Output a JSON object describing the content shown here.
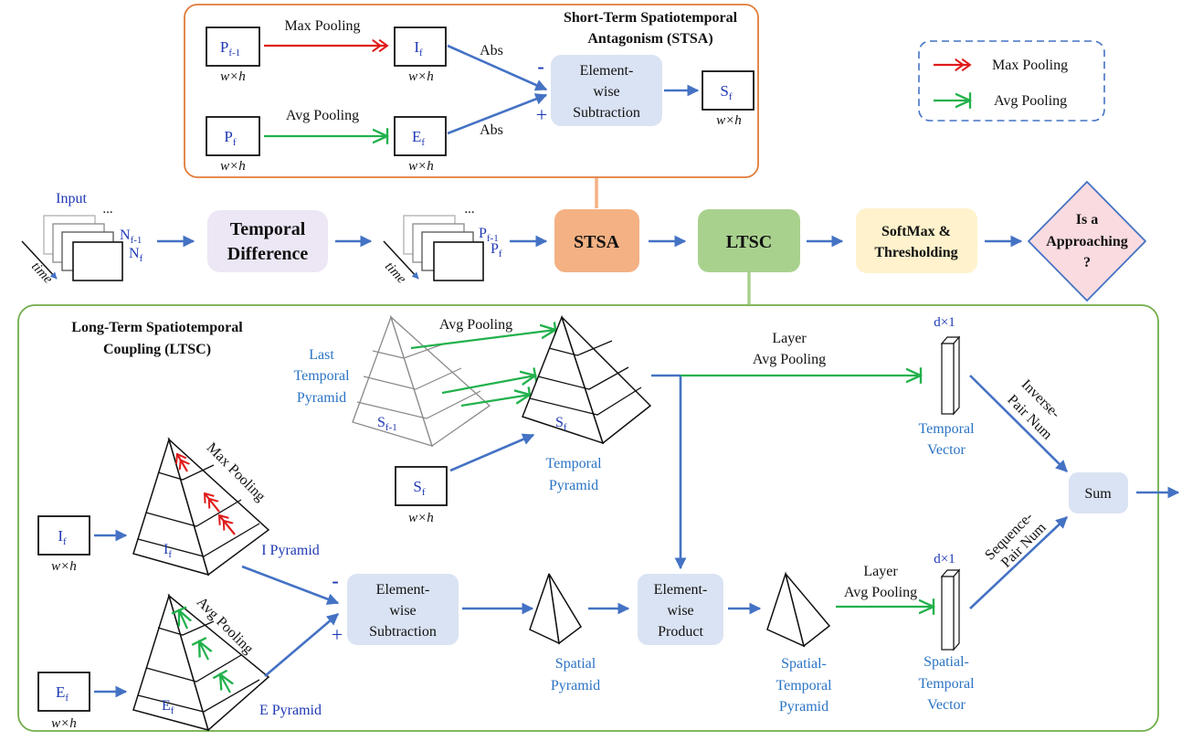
{
  "stsa_panel": {
    "title_line1": "Short-Term Spatiotemporal",
    "title_line2": "Antagonism (STSA)",
    "p_prev": "P",
    "p_prev_sub": "f-1",
    "p_cur": "P",
    "p_cur_sub": "f",
    "i_f": "I",
    "i_f_sub": "f",
    "e_f": "E",
    "e_f_sub": "f",
    "s_f": "S",
    "s_f_sub": "f",
    "size": "w×h",
    "max_pooling": "Max Pooling",
    "avg_pooling": "Avg Pooling",
    "abs1": "Abs",
    "abs2": "Abs",
    "minus": "-",
    "plus": "+",
    "sub_line1": "Element-",
    "sub_line2": "wise",
    "sub_line3": "Subtraction"
  },
  "legend": {
    "max_pooling": "Max Pooling",
    "avg_pooling": "Avg Pooling"
  },
  "pipeline": {
    "input_label": "Input",
    "dots1": "...",
    "n_prev": "N",
    "n_prev_sub": "f-1",
    "n_cur": "N",
    "n_cur_sub": "f",
    "time1": "time",
    "temporal_diff_line1": "Temporal",
    "temporal_diff_line2": "Difference",
    "dots2": "...",
    "p_prev": "P",
    "p_prev_sub": "f-1",
    "p_cur": "P",
    "p_cur_sub": "f",
    "time2": "time",
    "stsa": "STSA",
    "ltsc": "LTSC",
    "softmax_line1": "SoftMax &",
    "softmax_line2": "Thresholding",
    "decision_line1": "Is a",
    "decision_line2": "Approaching",
    "decision_line3": "?"
  },
  "ltsc_panel": {
    "title_line1": "Long-Term Spatiotemporal",
    "title_line2": "Coupling (LTSC)",
    "last_pyr_line1": "Last",
    "last_pyr_line2": "Temporal",
    "last_pyr_line3": "Pyramid",
    "s_prev": "S",
    "s_prev_sub": "f-1",
    "avg_pooling_top": "Avg Pooling",
    "s_f": "S",
    "s_f_sub": "f",
    "temporal_pyr_line1": "Temporal",
    "temporal_pyr_line2": "Pyramid",
    "sf_box": "S",
    "sf_box_sub": "f",
    "size": "w×h",
    "layer_avg_top_line1": "Layer",
    "layer_avg_top_line2": "Avg Pooling",
    "dx1_top": "d×1",
    "temporal_vec_line1": "Temporal",
    "temporal_vec_line2": "Vector",
    "inverse_line1": "Inverse-",
    "inverse_line2": "Pair Num",
    "sum": "Sum",
    "if_box": "I",
    "if_box_sub": "f",
    "ef_box": "E",
    "ef_box_sub": "f",
    "max_pooling": "Max Pooling",
    "avg_pooling": "Avg Pooling",
    "i_pyr_inner": "I",
    "i_pyr_inner_sub": "f",
    "e_pyr_inner": "E",
    "e_pyr_inner_sub": "f",
    "i_pyramid": "I Pyramid",
    "e_pyramid": "E Pyramid",
    "minus": "-",
    "plus": "+",
    "sub_line1": "Element-",
    "sub_line2": "wise",
    "sub_line3": "Subtraction",
    "spatial_pyr_line1": "Spatial",
    "spatial_pyr_line2": "Pyramid",
    "prod_line1": "Element-",
    "prod_line2": "wise",
    "prod_line3": "Product",
    "st_pyr_line1": "Spatial-",
    "st_pyr_line2": "Temporal",
    "st_pyr_line3": "Pyramid",
    "layer_avg_bot_line1": "Layer",
    "layer_avg_bot_line2": "Avg Pooling",
    "dx1_bot": "d×1",
    "st_vec_line1": "Spatial-",
    "st_vec_line2": "Temporal",
    "st_vec_line3": "Vector",
    "sequence_line1": "Sequence-",
    "sequence_line2": "Pair Num"
  },
  "colors": {
    "stsa_border": "#e07b39",
    "stsa_fill": "#f4b183",
    "ltsc_border": "#70ad47",
    "ltsc_fill": "#a9d18e",
    "lavender": "#ece6f5",
    "op_fill": "#dae3f3",
    "softmax_fill": "#fff2cc",
    "decision_fill": "#fadbe0",
    "decision_border": "#4472c4",
    "arrow_blue": "#4472c4",
    "green": "#22b14c",
    "red": "#e01b1b"
  }
}
